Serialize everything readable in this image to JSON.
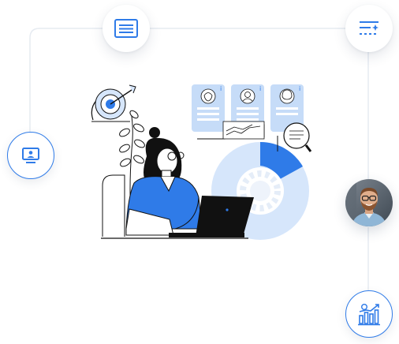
{
  "colors": {
    "accent": "#2f7be8",
    "accent_light": "#d6e6fb",
    "line": "#e6ebf1",
    "ink": "#111111"
  },
  "nodes": {
    "top_center_icon": "document-text-icon",
    "top_right_icon": "filter-settings-icon",
    "left_icon": "presentation-user-icon",
    "bottom_right_icon": "bar-chart-growth-icon",
    "right_avatar": "person-avatar"
  },
  "illustration": {
    "subject": "woman-working-on-laptop",
    "elements": [
      "target-dart-icon",
      "profile-cards",
      "donut-chart",
      "magnifier-icon",
      "plant",
      "line-chart-card"
    ]
  }
}
